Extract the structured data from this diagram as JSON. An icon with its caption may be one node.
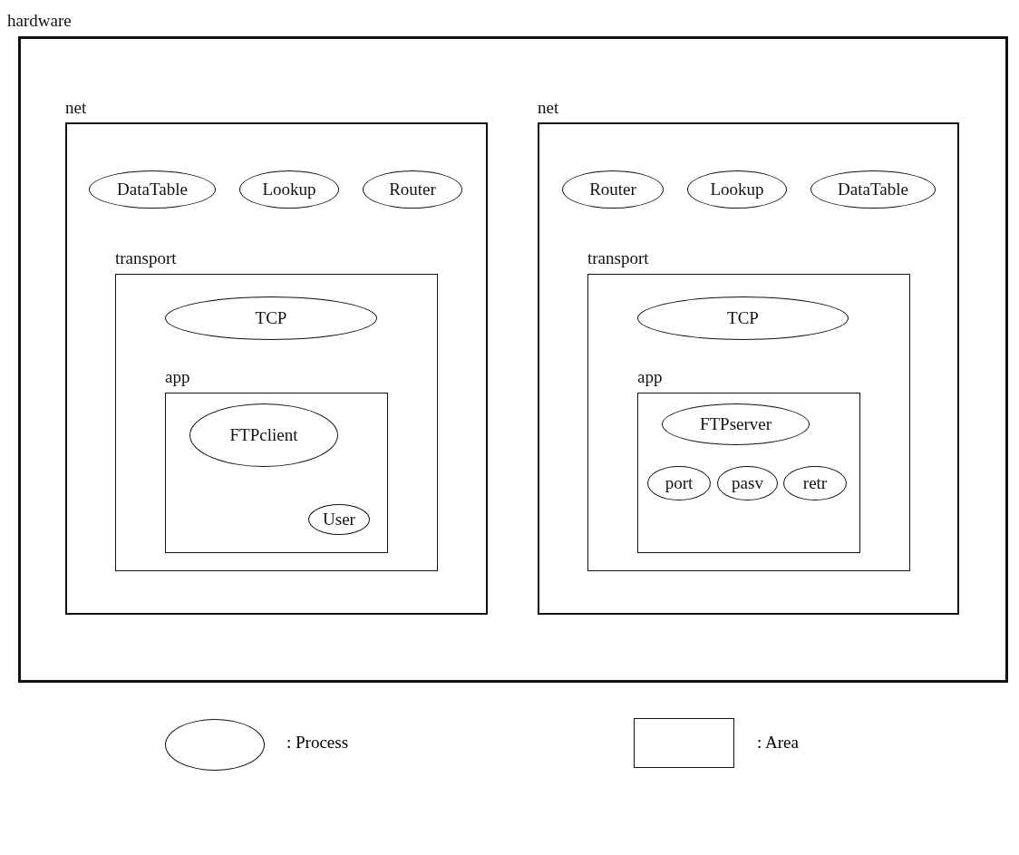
{
  "diagram": {
    "nodes": [
      {
        "text": [
          "hardware"
        ]
      },
      {
        "text": [
          "net"
        ],
        "in": 0
      },
      {
        "text": [
          "DataTable"
        ],
        "in": 1
      },
      {
        "text": [
          "Lookup"
        ],
        "in": 1
      },
      {
        "text": [
          "Router"
        ],
        "in": 1
      },
      {
        "text": [
          "transport"
        ],
        "in": 1
      },
      {
        "text": [
          "TCP"
        ],
        "in": 5
      },
      {
        "text": [
          "app"
        ],
        "in": 5
      },
      {
        "text": [
          "FTPclient"
        ],
        "in": 7
      },
      {
        "text": [
          "User"
        ],
        "in": 7
      },
      {
        "text": [
          "net"
        ],
        "in": 0
      },
      {
        "text": [
          "Router"
        ],
        "in": 10
      },
      {
        "text": [
          "Lookup"
        ],
        "in": 10
      },
      {
        "text": [
          "DataTable"
        ],
        "in": 10
      },
      {
        "text": [
          "transport"
        ],
        "in": 10
      },
      {
        "text": [
          "TCP"
        ],
        "in": 14
      },
      {
        "text": [
          "app"
        ],
        "in": 14
      },
      {
        "text": [
          "FTPserver"
        ],
        "in": 16
      },
      {
        "text": [
          "port"
        ],
        "in": 16
      },
      {
        "text": [
          "pasv"
        ],
        "in": 16
      },
      {
        "text": [
          "retr"
        ],
        "in": 16
      }
    ],
    "edges": [],
    "legend": [
      {
        "text": ": Process"
      },
      {
        "text": ": Area"
      }
    ]
  }
}
